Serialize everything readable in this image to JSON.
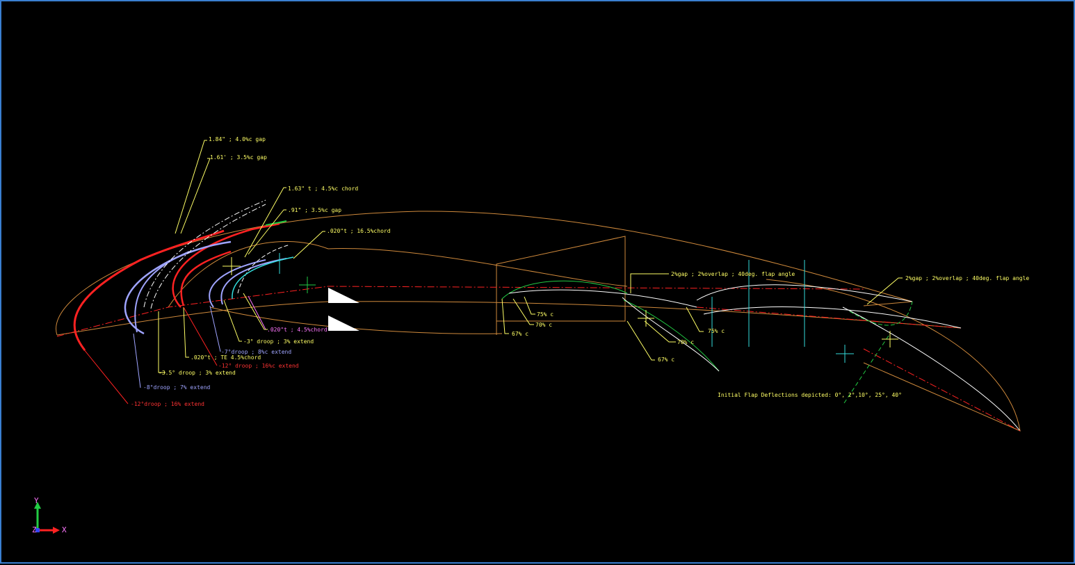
{
  "colors": {
    "background": "#000000",
    "frame": "#3a7fd0",
    "annotation": "#ffff66",
    "outline": "#d08a3c",
    "slat_red": "#ff2222",
    "slat_blue": "#9fa4ff",
    "flap_green": "#22cc44",
    "magenta": "#ff77ff",
    "cyan": "#33dddd",
    "white": "#ffffff"
  },
  "labels": {
    "gap_184": "1.84\" ; 4.0%c gap",
    "gap_161": "1.61' ; 3.5%c gap",
    "overlap_a": "1.63\" t ; 4.5%c chord",
    "gap_91": ".91\" ; 3.5%c gap",
    "t_165": ".020\"t ; 16.5%chord",
    "t_45": ".020\"t ; 4.5%chord",
    "droop3": "-3° droop ; 3% extend",
    "droop7": "-7°droop ; 8%c extend",
    "te45": ".020\"t ; TE 4.5%chord",
    "droop12": "-12° droop ; 16%c extend",
    "droop35": "-3.5° droop ; 3% extend",
    "droop8": "-8°droop ; 7% extend",
    "droop12b": "-12°droop ; 16% extend",
    "c75a": "75% c",
    "c70a": "70% c",
    "c67a": "67% c",
    "flap_mid": "2%gap ; 2%overlap ; 40deg. flap angle",
    "flap_right": "2%gap ; 2%overlap ; 40deg. flap angle",
    "c75b": "75% c",
    "c70b": "70% c",
    "c67b": "67% c",
    "deflections": "Initial Flap Deflections depicted: 0°, 2°,10°, 25°, 40°"
  },
  "triad": {
    "y_label": "Y",
    "z_label": "Z",
    "x_label": "X"
  },
  "icons": [
    "axis-triad-icon"
  ]
}
